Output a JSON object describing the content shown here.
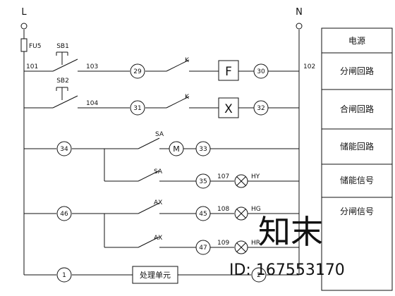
{
  "rails": {
    "left": "L",
    "right": "N"
  },
  "fuse": {
    "label": "FU5"
  },
  "switches": {
    "sb1": "SB1",
    "sb2": "SB2",
    "k1": "K",
    "k2": "K",
    "sa1": "SA",
    "sa2": "SA",
    "ax1": "AX",
    "ax2": "AX"
  },
  "wires": {
    "w101": "101",
    "w103": "103",
    "w104": "104",
    "w102": "102",
    "w107": "107",
    "w108": "108",
    "w109": "109"
  },
  "terminals": {
    "t29": "29",
    "t30": "30",
    "t31": "31",
    "t32": "32",
    "t34": "34",
    "t33": "33",
    "t35": "35",
    "t46": "46",
    "t45": "45",
    "t47": "47",
    "t1": "1",
    "t2": "2"
  },
  "coils": {
    "f": "F",
    "x": "X",
    "motor": "M"
  },
  "lamps": {
    "hy": "HY",
    "hg": "HG",
    "hr": "HR"
  },
  "processor": "处理单元",
  "legend": {
    "items": [
      "电源",
      "分闸回路",
      "合闸回路",
      "储能回路",
      "储能信号",
      "分闸信号"
    ]
  },
  "watermark": {
    "brand": "知末",
    "id": "ID: 167553170"
  }
}
